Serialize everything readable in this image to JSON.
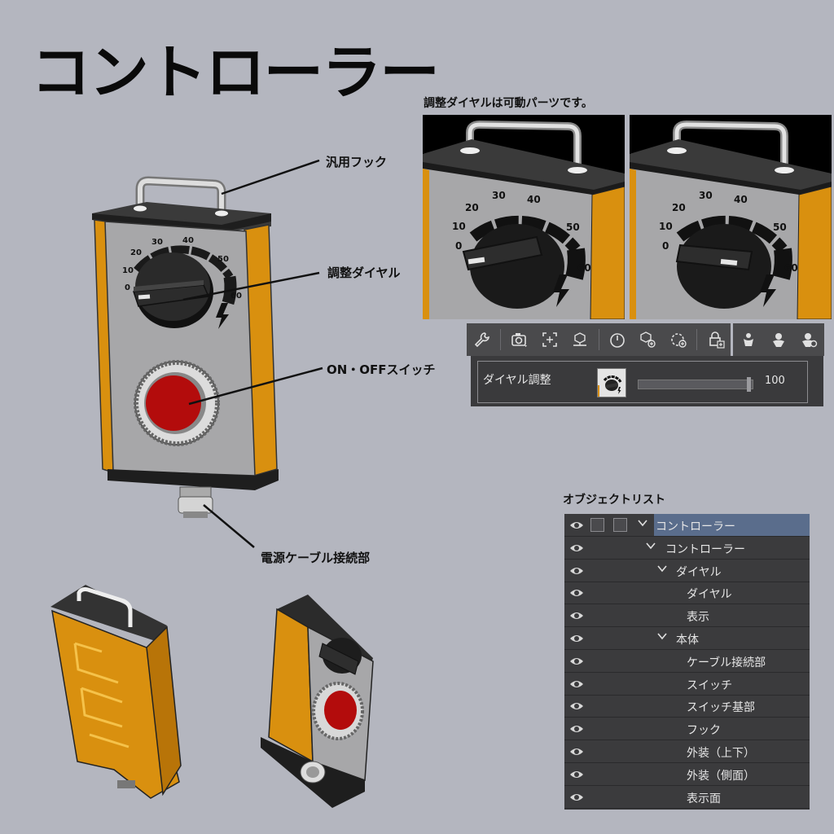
{
  "title": "コントローラー",
  "callouts": {
    "hook": "汎用フック",
    "dial": "調整ダイヤル",
    "switch": "ON・OFFスイッチ",
    "cable": "電源ケーブル接続部"
  },
  "dial_scale": [
    "0",
    "10",
    "20",
    "30",
    "40",
    "50",
    "60"
  ],
  "preview_caption": "調整ダイヤルは可動パーツです。",
  "toolbar": {
    "icons": [
      "wrench-icon",
      "camera-icon",
      "crosshair-icon",
      "ground-icon",
      "clock-icon",
      "object-add-icon",
      "rotate-icon",
      "lock-add-icon",
      "figure-icon",
      "figure-alt-icon",
      "figure-settings-icon"
    ]
  },
  "param": {
    "label": "ダイヤル調整",
    "value": "100",
    "level": 1.0
  },
  "object_list": {
    "title": "オブジェクトリスト",
    "rows": [
      {
        "label": "コントローラー",
        "indent": 0,
        "chevron": true,
        "selected": true
      },
      {
        "label": "コントローラー",
        "indent": 1,
        "chevron": true,
        "selected": false
      },
      {
        "label": "ダイヤル",
        "indent": 2,
        "chevron": true,
        "selected": false
      },
      {
        "label": "ダイヤル",
        "indent": 3,
        "chevron": false,
        "selected": false
      },
      {
        "label": "表示",
        "indent": 3,
        "chevron": false,
        "selected": false
      },
      {
        "label": "本体",
        "indent": 2,
        "chevron": true,
        "selected": false
      },
      {
        "label": "ケーブル接続部",
        "indent": 3,
        "chevron": false,
        "selected": false
      },
      {
        "label": "スイッチ",
        "indent": 3,
        "chevron": false,
        "selected": false
      },
      {
        "label": "スイッチ基部",
        "indent": 3,
        "chevron": false,
        "selected": false
      },
      {
        "label": "フック",
        "indent": 3,
        "chevron": false,
        "selected": false
      },
      {
        "label": "外装（上下）",
        "indent": 3,
        "chevron": false,
        "selected": false
      },
      {
        "label": "外装（側面）",
        "indent": 3,
        "chevron": false,
        "selected": false
      },
      {
        "label": "表示面",
        "indent": 3,
        "chevron": false,
        "selected": false
      }
    ]
  },
  "colors": {
    "background": "#b4b6bf",
    "body_gray": "#a7a7a9",
    "casing_orange": "#d9900f",
    "switch_red": "#b30c0c",
    "dark": "#2a2a2a",
    "panel_dark": "#3b3b3d",
    "selection": "#5a6d8c"
  }
}
